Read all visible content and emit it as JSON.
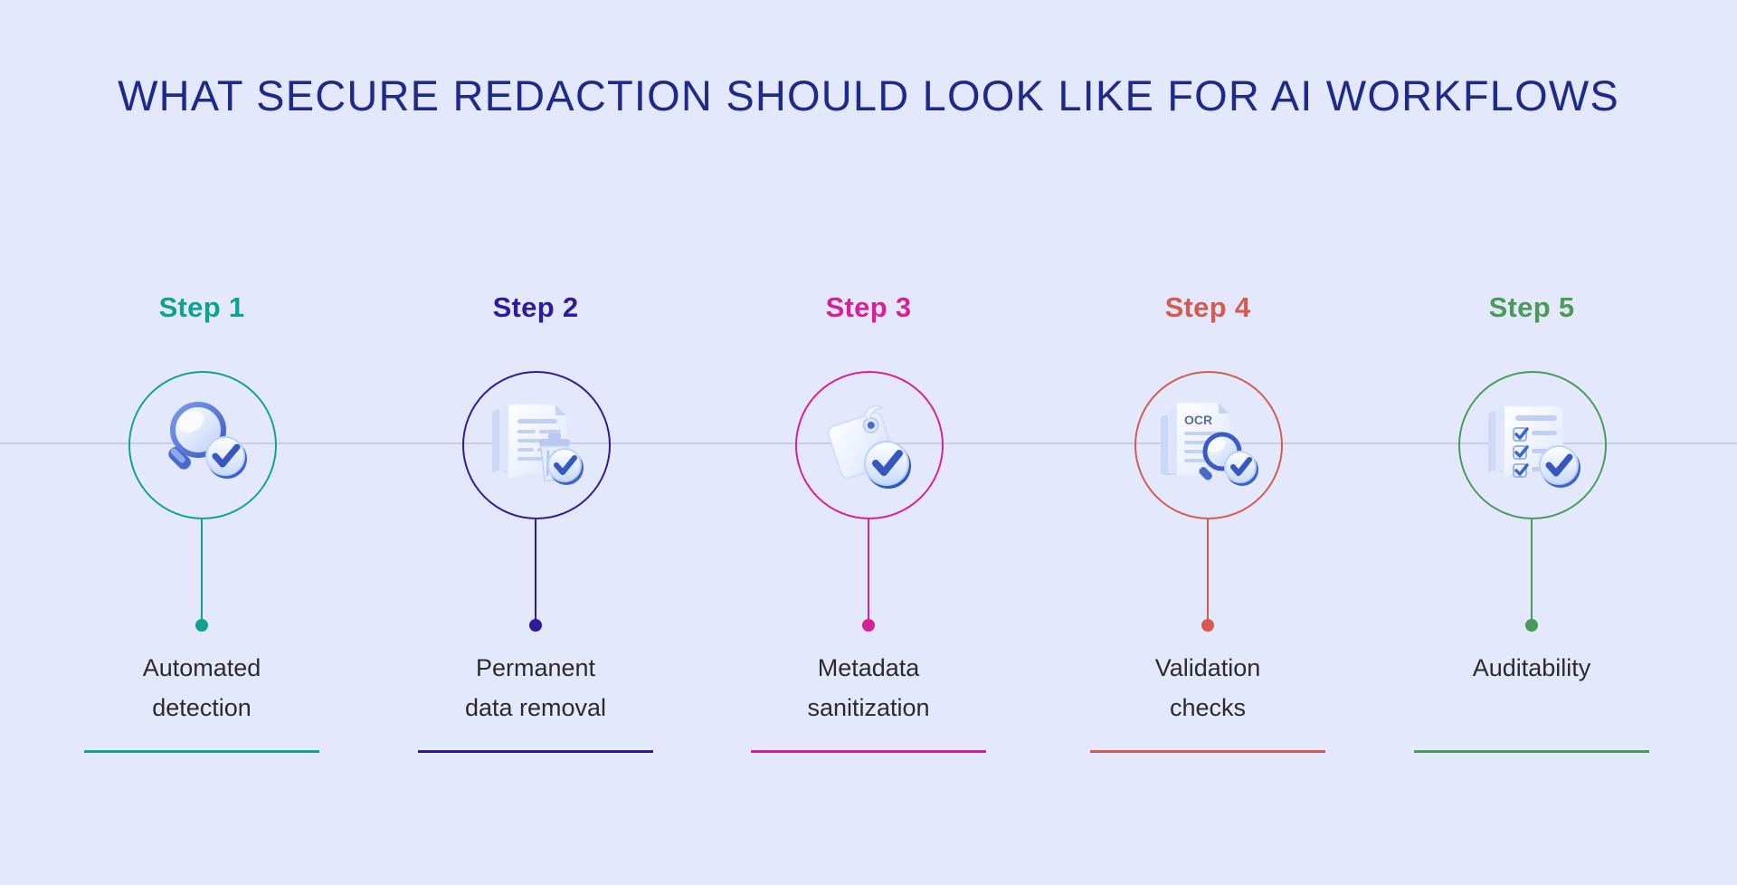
{
  "page": {
    "title": "WHAT SECURE REDACTION SHOULD LOOK LIKE FOR AI WORKFLOWS",
    "background_color": "#e4e8fc",
    "title_color": "#1d2a8c",
    "axis_color": "#c7cbef",
    "caption_color": "#2b2b2b"
  },
  "steps": [
    {
      "step_label": "Step 1",
      "caption_line1": "Automated",
      "caption_line2": "detection",
      "color": "#0fa293",
      "icon": "magnifier-check-icon"
    },
    {
      "step_label": "Step 2",
      "caption_line1": "Permanent",
      "caption_line2": "data removal",
      "color": "#2e1a9a",
      "icon": "document-trash-check-icon"
    },
    {
      "step_label": "Step 3",
      "caption_line1": "Metadata",
      "caption_line2": "sanitization",
      "color": "#d6209a",
      "icon": "tag-check-icon"
    },
    {
      "step_label": "Step 4",
      "caption_line1": "Validation",
      "caption_line2": "checks",
      "color": "#d35b50",
      "icon": "ocr-magnifier-check-icon"
    },
    {
      "step_label": "Step 5",
      "caption_line1": "Auditability",
      "caption_line2": "",
      "color": "#4a9b57",
      "icon": "checklist-check-icon"
    }
  ]
}
